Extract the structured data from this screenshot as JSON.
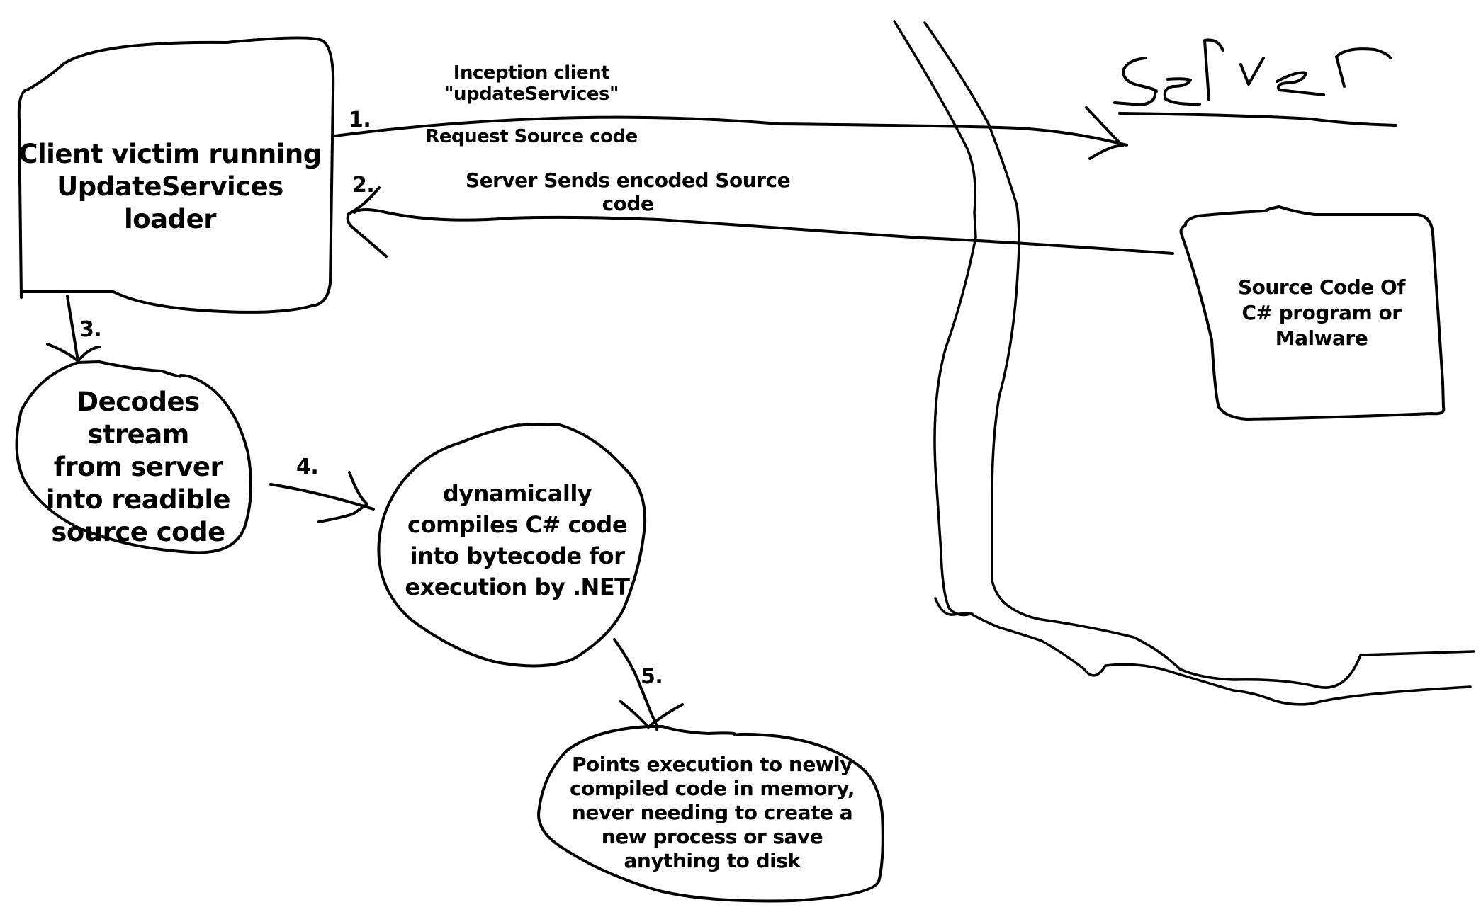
{
  "diagram": {
    "colors": {
      "ink": "#000000",
      "background": "#ffffff"
    },
    "server_heading": "Server",
    "arrows": {
      "request": {
        "step": "1.",
        "label_line1": "Inception client \"updateServices\"",
        "label_line2": "Request Source code"
      },
      "response": {
        "step": "2.",
        "label": "Server Sends encoded Source code"
      },
      "decode": {
        "step": "3."
      },
      "compile": {
        "step": "4."
      },
      "execute": {
        "step": "5."
      }
    },
    "nodes": {
      "client": {
        "text": "Client victim running\nUpdateServices\nloader"
      },
      "decode": {
        "text": "Decodes stream\nfrom server\ninto readible\nsource code"
      },
      "compile": {
        "text": "dynamically\ncompiles C# code\ninto bytecode for\nexecution by .NET"
      },
      "execute": {
        "text": "Points execution to newly\ncompiled code in memory,\nnever needing to create a\nnew process or save\nanything to disk"
      },
      "source": {
        "text": "Source Code Of\nC# program or\nMalware"
      }
    }
  }
}
